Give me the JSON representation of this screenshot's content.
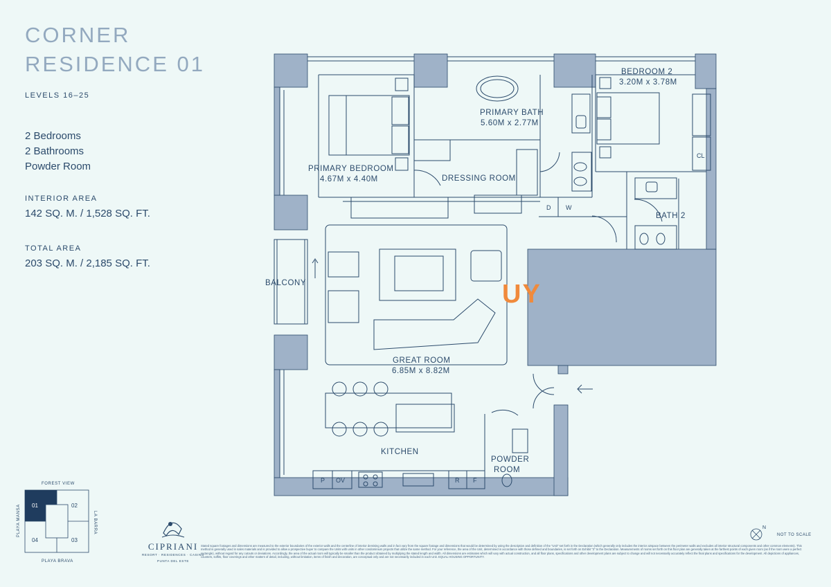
{
  "header": {
    "title_line1": "CORNER",
    "title_line2": "RESIDENCE 01",
    "levels": "LEVELS 16–25"
  },
  "specs": {
    "bedrooms": "2 Bedrooms",
    "bathrooms": "2 Bathrooms",
    "powder": "Powder Room",
    "interior_label": "INTERIOR AREA",
    "interior_value": "142 SQ. M. / 1,528 SQ. FT.",
    "total_label": "TOTAL AREA",
    "total_value": "203 SQ. M. / 2,185 SQ. FT."
  },
  "rooms": {
    "bedroom2_name": "BEDROOM 2",
    "bedroom2_dim": "3.20M x 3.78M",
    "primary_bath_name": "PRIMARY BATH",
    "primary_bath_dim": "5.60M x 2.77M",
    "primary_bedroom_name": "PRIMARY BEDROOM",
    "primary_bedroom_dim": "4.67M x 4.40M",
    "dressing_room": "DRESSING ROOM",
    "bath2": "BATH 2",
    "cl": "CL",
    "d": "D",
    "w": "W",
    "balcony": "BALCONY",
    "great_room_name": "GREAT ROOM",
    "great_room_dim": "6.85M x 8.82M",
    "kitchen": "KITCHEN",
    "powder_line1": "POWDER",
    "powder_line2": "ROOM",
    "k_p": "P",
    "k_ov": "OV",
    "k_r": "R",
    "k_f": "F"
  },
  "key_plan": {
    "forest": "FOREST VIEW",
    "mansa": "PLAYA MANSA",
    "barra": "LA BARRA",
    "brava": "PLAYA BRAVA",
    "u01": "01",
    "u02": "02",
    "u03": "03",
    "u04": "04"
  },
  "brand": {
    "name": "CIPRIANI",
    "tagline": "RESORT · RESIDENCES · CASINO",
    "location": "PUNTA DEL ESTE"
  },
  "compass": {
    "north": "N"
  },
  "not_to_scale": "NOT TO SCALE",
  "watermark": "UY",
  "disclaimer": "Stated square footages and dimensions are measured to the exterior boundaries of the exterior walls and the centerline of interior demising walls and in fact vary from the square footage and dimensions that would be determined by using the description and definition of the \"Unit\" set forth in the Declaration (which generally only includes the interior airspace between the perimeter walls and excludes all interior structural components and other common elements). This method is generally used in sales materials and is provided to allow a prospective buyer to compare the Units with units in other condominium projects that utilize the same method. For your reference, the area of the Unit, determined in accordance with those defined and boundaries, is set forth on Exhibit \"3\" to the Declaration. Measurements of rooms set forth on this floor plan are generally taken at the farthest points of each given room (as if the room were a perfect rectangle), without regard for any cutouts or deviations. Accordingly, the area of the actual room will typically be smaller than the product obtained by multiplying the stated length and width. All dimensions are estimates which will vary with actual construction, and all floor plans, specifications and other development plans are subject to change and will not necessarily accurately reflect the final plans and specifications for the development. All depictions of appliances, counters, soffits, floor coverings and other matters of detail, including, without limitation, items of finish and decoration, are conceptual only and are not necessarily included in each Unit. EQUAL HOUSING OPPORTUNITY.",
  "colors": {
    "navy": "#2b4a6b",
    "wall": "#9fb2c8",
    "bg": "#eef8f7",
    "accent": "#f08a3c"
  }
}
